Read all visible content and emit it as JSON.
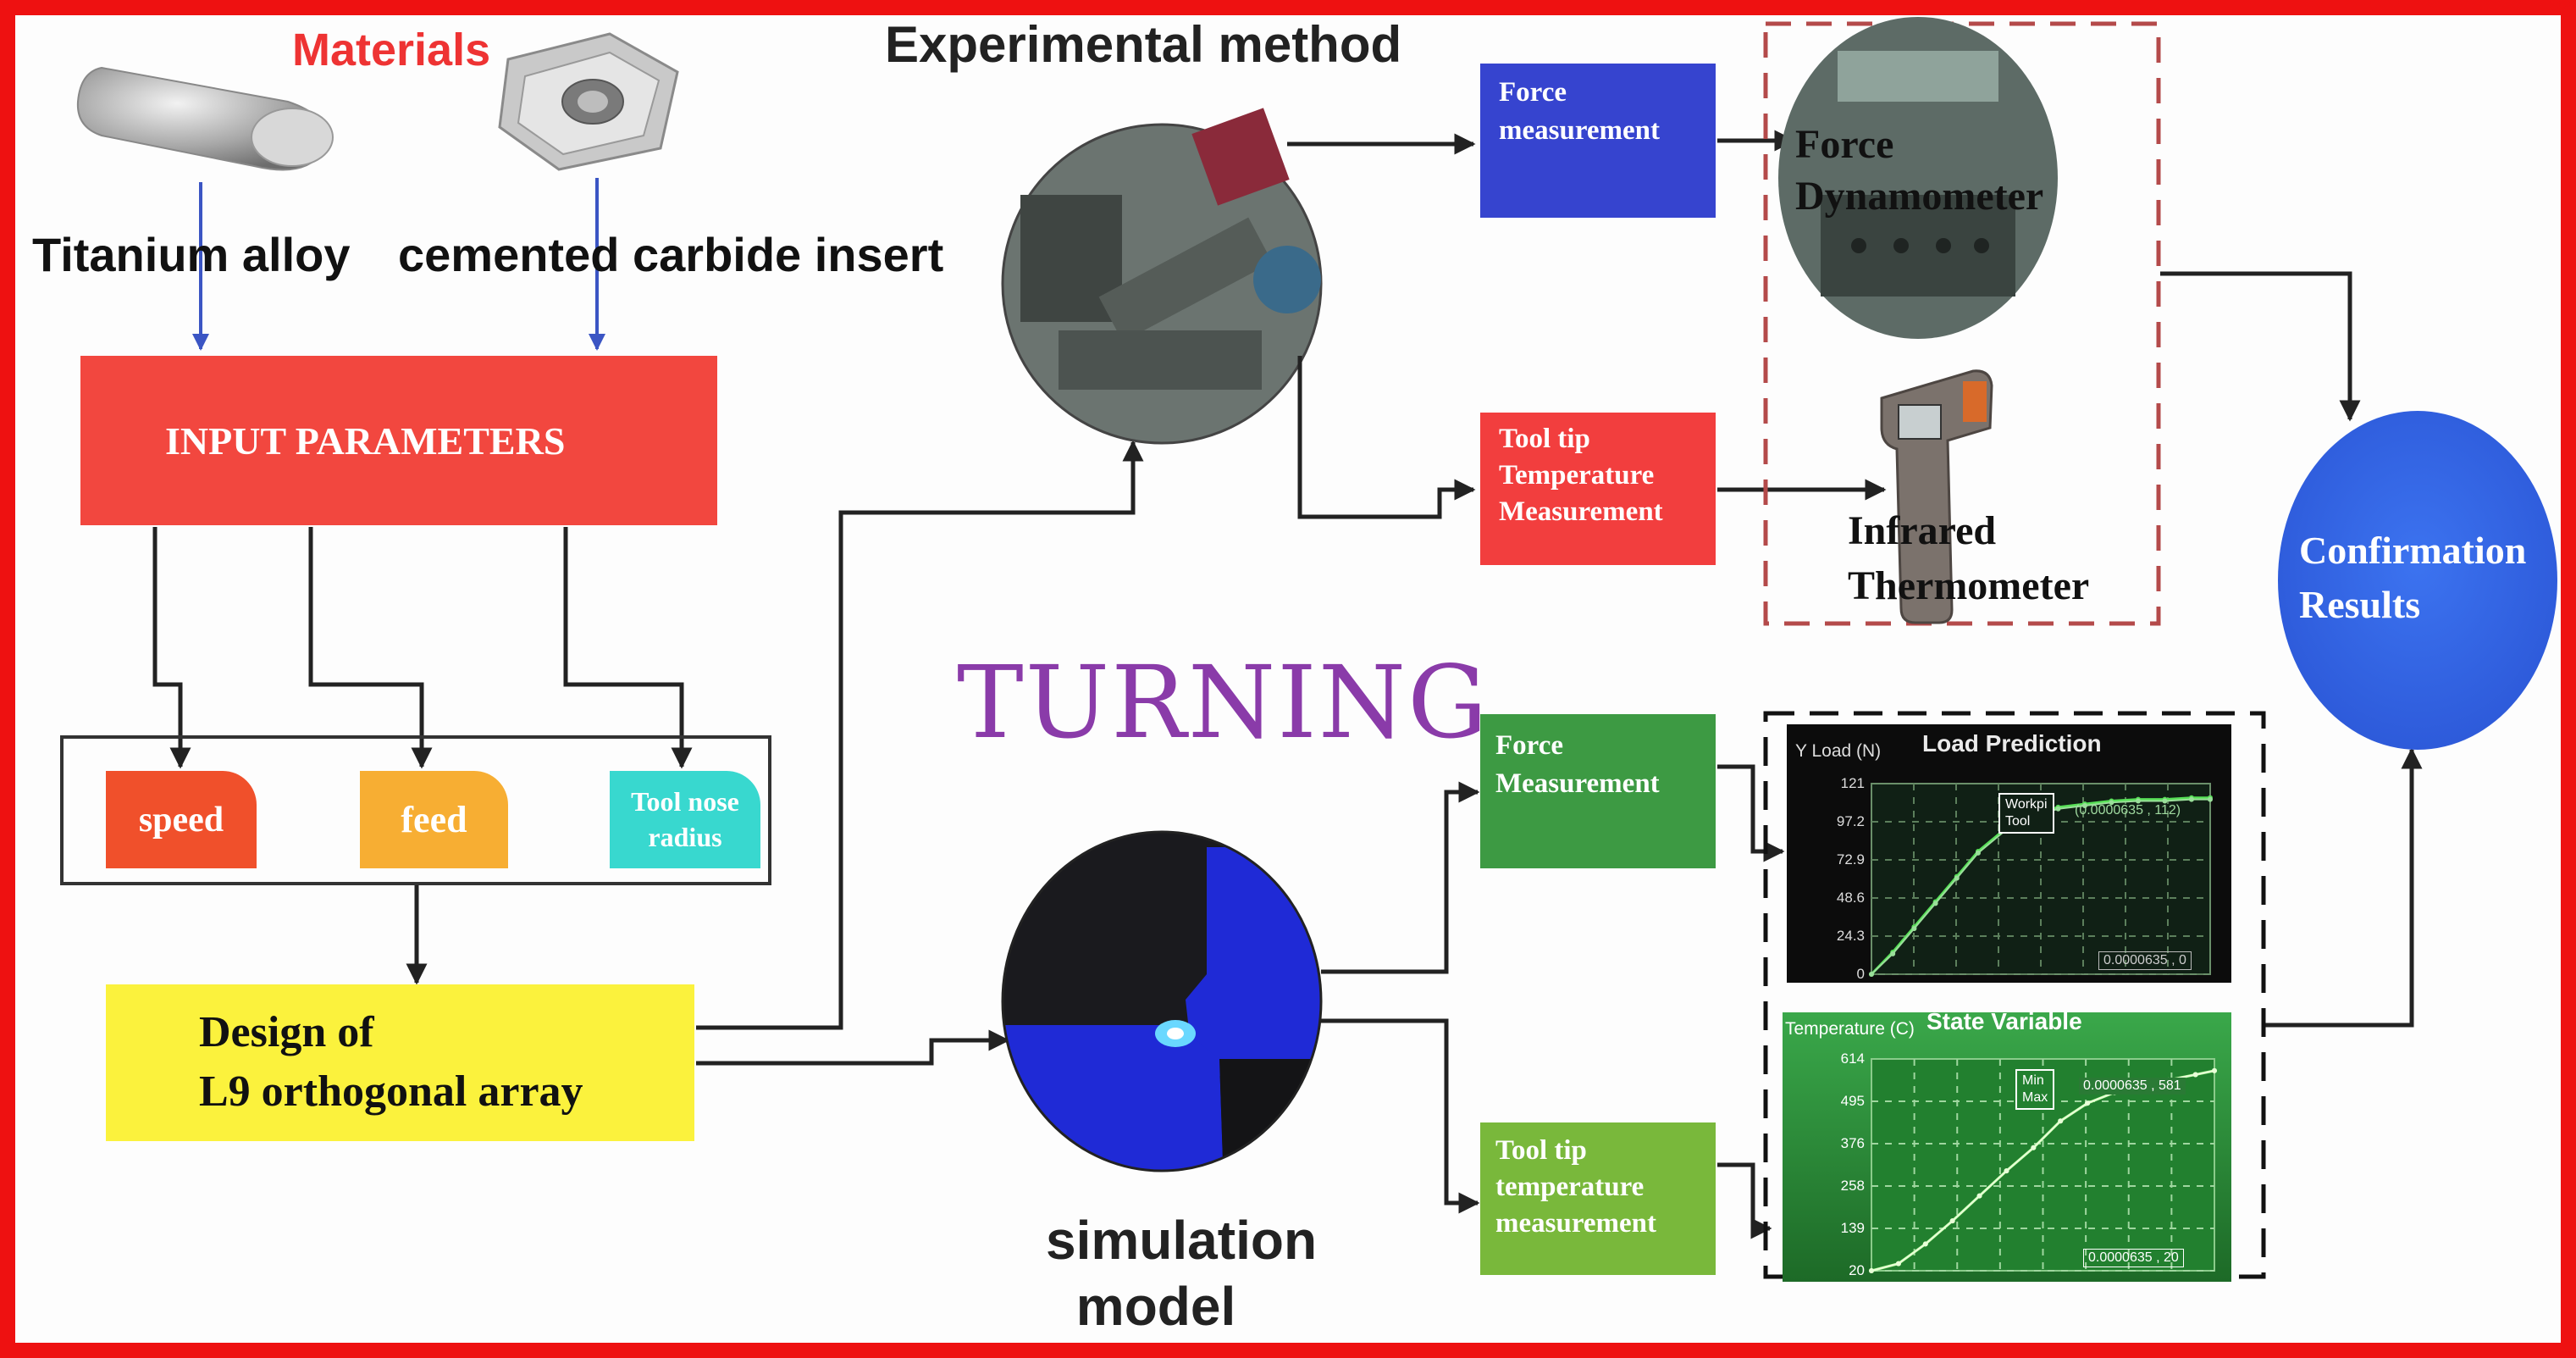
{
  "colors": {
    "frame": "#ee1111",
    "input_box": "#f2473f",
    "speed": "#f0502b",
    "feed": "#f7ae33",
    "tool_nose": "#38d8cf",
    "design_box": "#fbf23d",
    "blue_box": "#3644cf",
    "red_box": "#f23e3e",
    "green_box": "#3d9a43",
    "light_green_box": "#79b83b",
    "confirmation": "#2f63e6",
    "turning": "#8a3ba9"
  },
  "materials": {
    "title": "Materials",
    "titanium_label": "Titanium alloy",
    "insert_label": "cemented carbide insert"
  },
  "input_parameters": "INPUT PARAMETERS",
  "parameters": {
    "speed": "speed",
    "feed": "feed",
    "tool_nose_line1": "Tool nose",
    "tool_nose_line2": "radius"
  },
  "design": {
    "line1": "Design of",
    "line2": "L9 orthogonal array"
  },
  "experimental": {
    "title": "Experimental method",
    "force_box_line1": "Force",
    "force_box_line2": "measurement",
    "temp_box_line1": "Tool tip",
    "temp_box_line2": "Temperature",
    "temp_box_line3": "Measurement",
    "dynamometer_line1": "Force",
    "dynamometer_line2": "Dynamometer",
    "thermometer_line1": "Infrared",
    "thermometer_line2": "Thermometer"
  },
  "turning": "TURNING",
  "simulation": {
    "line1": "simulation",
    "line2": "model",
    "force_box_line1": "Force",
    "force_box_line2": "Measurement",
    "temp_box_line1": "Tool tip",
    "temp_box_line2": "temperature",
    "temp_box_line3": "measurement"
  },
  "load_chart": {
    "title": "Load Prediction",
    "ylabel": "Y Load (N)",
    "yticks": [
      "121",
      "97.2",
      "72.9",
      "48.6",
      "24.3",
      "0"
    ],
    "legend": [
      "Workpi",
      "Tool"
    ],
    "readout": "(0.0000635 , 112)",
    "footer": "0.0000635 , 0"
  },
  "temp_chart": {
    "title": "State Variable",
    "ylabel": "Temperature (C)",
    "yticks": [
      "614",
      "495",
      "376",
      "258",
      "139",
      "20"
    ],
    "legend": [
      "Min",
      "Max"
    ],
    "readout": "0.0000635 , 581",
    "footer": "0.0000635 , 20"
  },
  "confirmation": {
    "line1": "Confirmation",
    "line2": "Results"
  },
  "chart_data": [
    {
      "type": "line",
      "title": "Load Prediction",
      "ylabel": "Y Load (N)",
      "xlabel": "",
      "ylim": [
        0,
        121
      ],
      "x": [
        0,
        4e-06,
        8e-06,
        1.2e-05,
        1.6e-05,
        2e-05,
        2.5e-05,
        3e-05,
        3.5e-05,
        4e-05,
        4.5e-05,
        5e-05,
        5.5e-05,
        6e-05,
        6.35e-05
      ],
      "series": [
        {
          "name": "Workpi",
          "values": [
            0,
            14,
            30,
            46,
            62,
            78,
            92,
            101,
            106,
            108,
            110,
            111,
            111,
            112,
            112
          ]
        },
        {
          "name": "Tool",
          "values": [
            0,
            13,
            29,
            45,
            61,
            77,
            91,
            100,
            105,
            107,
            109,
            110,
            110,
            111,
            111
          ]
        }
      ]
    },
    {
      "type": "line",
      "title": "State Variable",
      "ylabel": "Temperature (C)",
      "xlabel": "",
      "ylim": [
        20,
        614
      ],
      "x": [
        0,
        5e-06,
        1e-05,
        1.5e-05,
        2e-05,
        2.5e-05,
        3e-05,
        3.5e-05,
        4e-05,
        4.5e-05,
        5e-05,
        5.5e-05,
        6e-05,
        6.35e-05
      ],
      "series": [
        {
          "name": "Min",
          "values": [
            20,
            40,
            95,
            160,
            230,
            300,
            365,
            440,
            490,
            520,
            540,
            555,
            570,
            581
          ]
        },
        {
          "name": "Max",
          "values": [
            20,
            40,
            95,
            160,
            230,
            300,
            365,
            440,
            490,
            520,
            540,
            555,
            570,
            581
          ]
        }
      ]
    }
  ]
}
